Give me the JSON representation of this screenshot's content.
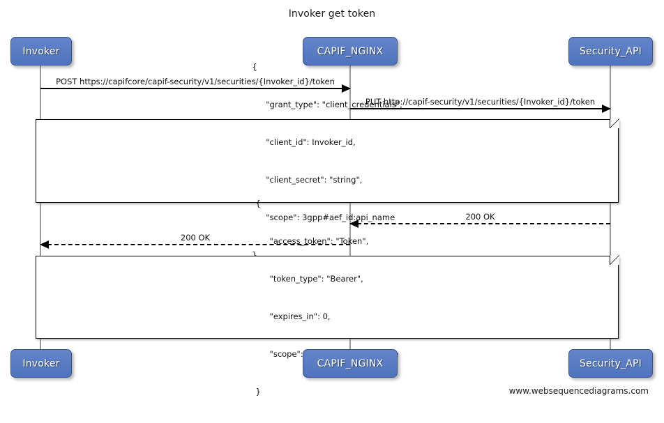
{
  "title": "Invoker get token",
  "footer": "www.websequencediagrams.com",
  "participants": [
    {
      "id": "invoker",
      "label": "Invoker"
    },
    {
      "id": "capif_nginx",
      "label": "CAPIF_NGINX"
    },
    {
      "id": "security_api",
      "label": "Security_API"
    }
  ],
  "messages": [
    {
      "id": "msg-post-token",
      "label": "POST https://capifcore/capif-security/v1/securities/{Invoker_id}/token",
      "from": "invoker",
      "to": "capif_nginx",
      "direction": "right",
      "style": "solid"
    },
    {
      "id": "msg-put-token",
      "label": "PUT http://capif-security/v1/securities/{Invoker_id}/token",
      "from": "capif_nginx",
      "to": "security_api",
      "direction": "right",
      "style": "solid"
    },
    {
      "id": "msg-200-ok-security",
      "label": "200 OK",
      "from": "security_api",
      "to": "capif_nginx",
      "direction": "left",
      "style": "dashed"
    },
    {
      "id": "msg-200-ok-invoker",
      "label": "200 OK",
      "from": "capif_nginx",
      "to": "invoker",
      "direction": "left",
      "style": "dashed"
    }
  ],
  "notes": [
    {
      "id": "note-token-request",
      "lines": [
        "{",
        "\"grant_type\": \"client_credentials\",",
        "\"client_id\": Invoker_id,",
        "\"client_secret\": \"string\",",
        "\"scope\": 3gpp#aef_id:api_name",
        "}"
      ]
    },
    {
      "id": "note-token-response",
      "lines": [
        "{",
        "\"access_token\": \"Token\",",
        "\"token_type\": \"Bearer\",",
        "\"expires_in\": 0,",
        "\"scope\": 3gpp#aef_id:api_name",
        "}"
      ]
    }
  ],
  "colors": {
    "participant_fill": "#5a7fc4",
    "participant_border": "#39578f",
    "participant_text": "#ffffff",
    "lifeline": "#9a9a9a",
    "arrow": "#000000",
    "note_fill": "#ffffff",
    "note_border": "#000000",
    "background": "#ffffff"
  }
}
